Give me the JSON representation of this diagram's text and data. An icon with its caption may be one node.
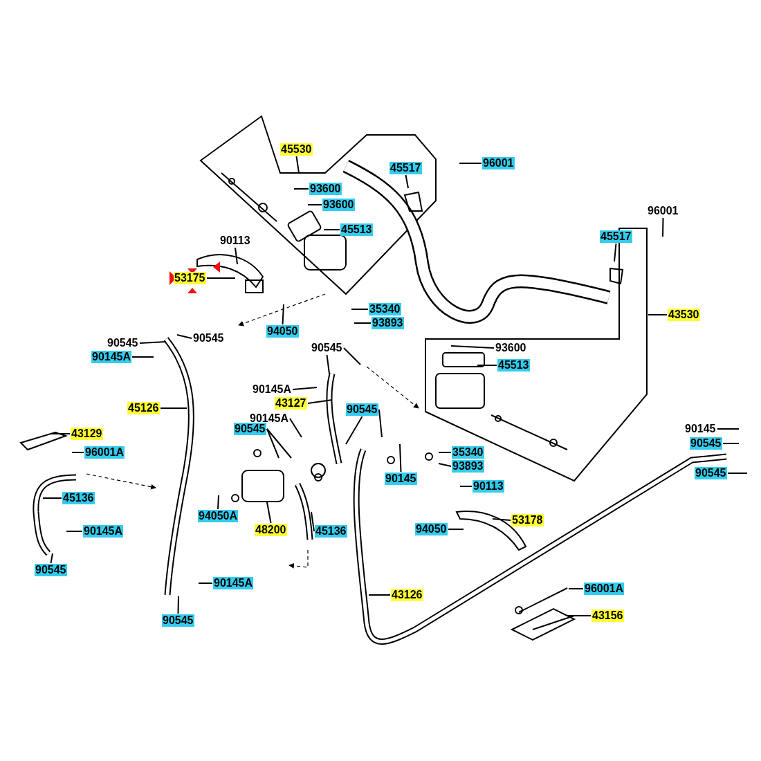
{
  "diagram": {
    "nodes": [
      {
        "text": [
          "45530"
        ]
      },
      {
        "text": [
          "45517"
        ]
      },
      {
        "text": [
          "96001"
        ]
      },
      {
        "text": [
          "93600"
        ]
      },
      {
        "text": [
          "93600"
        ]
      },
      {
        "text": [
          "45513"
        ]
      },
      {
        "text": [
          "90113"
        ]
      },
      {
        "text": [
          "53175"
        ]
      },
      {
        "text": [
          "35340"
        ]
      },
      {
        "text": [
          "93893"
        ]
      },
      {
        "text": [
          "94050"
        ]
      },
      {
        "text": [
          "96001"
        ]
      },
      {
        "text": [
          "45517"
        ]
      },
      {
        "text": [
          "43530"
        ]
      },
      {
        "text": [
          "90545"
        ]
      },
      {
        "text": [
          "90545"
        ]
      },
      {
        "text": [
          "90145A"
        ]
      },
      {
        "text": [
          "90545"
        ]
      },
      {
        "text": [
          "93600"
        ]
      },
      {
        "text": [
          "45513"
        ]
      },
      {
        "text": [
          "90145A"
        ]
      },
      {
        "text": [
          "43127"
        ]
      },
      {
        "text": [
          "45126"
        ]
      },
      {
        "text": [
          "90545"
        ]
      },
      {
        "text": [
          "90145A"
        ]
      },
      {
        "text": [
          "90545"
        ]
      },
      {
        "text": [
          "43129"
        ]
      },
      {
        "text": [
          "96001A"
        ]
      },
      {
        "text": [
          "35340"
        ]
      },
      {
        "text": [
          "93893"
        ]
      },
      {
        "text": [
          "90145"
        ]
      },
      {
        "text": [
          "90545"
        ]
      },
      {
        "text": [
          "90545"
        ]
      },
      {
        "text": [
          "90145"
        ]
      },
      {
        "text": [
          "90113"
        ]
      },
      {
        "text": [
          "45136"
        ]
      },
      {
        "text": [
          "94050A"
        ]
      },
      {
        "text": [
          "48200"
        ]
      },
      {
        "text": [
          "45136"
        ]
      },
      {
        "text": [
          "53178"
        ]
      },
      {
        "text": [
          "90145A"
        ]
      },
      {
        "text": [
          "94050"
        ]
      },
      {
        "text": [
          "90545"
        ]
      },
      {
        "text": [
          "90145A"
        ]
      },
      {
        "text": [
          "43126"
        ]
      },
      {
        "text": [
          "96001A"
        ]
      },
      {
        "text": [
          "90545"
        ]
      },
      {
        "text": [
          "43156"
        ]
      }
    ],
    "edges": [
      {
        "from": 0,
        "to": null,
        "arrow": "none"
      },
      {
        "from": 1,
        "to": null,
        "arrow": "none"
      },
      {
        "from": 2,
        "to": null,
        "arrow": "none"
      },
      {
        "from": 3,
        "to": null,
        "arrow": "none"
      },
      {
        "from": 4,
        "to": null,
        "arrow": "none"
      },
      {
        "from": 5,
        "to": null,
        "arrow": "none"
      },
      {
        "from": 6,
        "to": null,
        "arrow": "none"
      },
      {
        "from": 7,
        "to": null,
        "arrow": "none"
      },
      {
        "from": 8,
        "to": null,
        "arrow": "none"
      },
      {
        "from": 9,
        "to": null,
        "arrow": "none"
      },
      {
        "from": 10,
        "to": null,
        "arrow": "none"
      },
      {
        "from": 11,
        "to": null,
        "arrow": "none"
      },
      {
        "from": 12,
        "to": null,
        "arrow": "none"
      },
      {
        "from": 13,
        "to": null,
        "arrow": "none"
      },
      {
        "from": 14,
        "to": null,
        "arrow": "none"
      },
      {
        "from": 15,
        "to": null,
        "arrow": "none"
      },
      {
        "from": 16,
        "to": null,
        "arrow": "none"
      },
      {
        "from": 17,
        "to": null,
        "arrow": "none"
      },
      {
        "from": 17,
        "to": null,
        "arrow": "none"
      },
      {
        "from": 18,
        "to": null,
        "arrow": "none"
      },
      {
        "from": 19,
        "to": null,
        "arrow": "none"
      },
      {
        "from": 20,
        "to": null,
        "arrow": "none"
      },
      {
        "from": 21,
        "to": null,
        "arrow": "none"
      },
      {
        "from": 22,
        "to": null,
        "arrow": "none"
      },
      {
        "from": 23,
        "to": null,
        "arrow": "none"
      },
      {
        "from": 23,
        "to": null,
        "arrow": "none"
      },
      {
        "from": 24,
        "to": null,
        "arrow": "none"
      },
      {
        "from": 25,
        "to": null,
        "arrow": "none"
      },
      {
        "from": 25,
        "to": null,
        "arrow": "none"
      },
      {
        "from": 26,
        "to": null,
        "arrow": "none"
      },
      {
        "from": 27,
        "to": null,
        "arrow": "none"
      },
      {
        "from": 28,
        "to": null,
        "arrow": "none"
      },
      {
        "from": 29,
        "to": null,
        "arrow": "none"
      },
      {
        "from": 30,
        "to": null,
        "arrow": "none"
      },
      {
        "from": 31,
        "to": null,
        "arrow": "none"
      },
      {
        "from": 32,
        "to": null,
        "arrow": "none"
      },
      {
        "from": 33,
        "to": null,
        "arrow": "none"
      },
      {
        "from": 34,
        "to": null,
        "arrow": "none"
      },
      {
        "from": 35,
        "to": null,
        "arrow": "none"
      },
      {
        "from": 36,
        "to": null,
        "arrow": "none"
      },
      {
        "from": 37,
        "to": null,
        "arrow": "none"
      },
      {
        "from": 38,
        "to": null,
        "arrow": "none"
      },
      {
        "from": 39,
        "to": null,
        "arrow": "none"
      },
      {
        "from": 40,
        "to": null,
        "arrow": "none"
      },
      {
        "from": 41,
        "to": null,
        "arrow": "none"
      },
      {
        "from": 42,
        "to": null,
        "arrow": "none"
      },
      {
        "from": 43,
        "to": null,
        "arrow": "none"
      },
      {
        "from": 44,
        "to": null,
        "arrow": "none"
      },
      {
        "from": 45,
        "to": null,
        "arrow": "none"
      },
      {
        "from": 46,
        "to": null,
        "arrow": "none"
      },
      {
        "from": 47,
        "to": null,
        "arrow": "none"
      }
    ]
  }
}
